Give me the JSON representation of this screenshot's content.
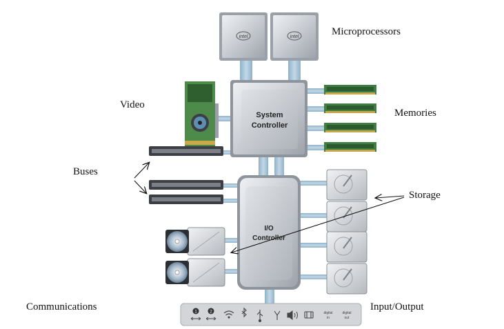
{
  "labels": {
    "microprocessors": "Microprocessors",
    "video": "Video",
    "memories": "Memories",
    "buses": "Buses",
    "storage": "Storage",
    "communications": "Communications",
    "input_output": "Input/Output"
  },
  "chips": {
    "cpu_logo": "intel",
    "system_controller_line1": "System",
    "system_controller_line2": "Controller",
    "io_controller_line1": "I/O",
    "io_controller_line2": "Controller"
  },
  "io_panel": {
    "port1": "1",
    "port2": "2",
    "digital_in_1": "digital",
    "digital_in_2": "in",
    "digital_out_1": "digital",
    "digital_out_2": "out"
  },
  "colors": {
    "bus_blue": "#a9c4d6",
    "chip_gray": "#c9ccd2",
    "board_green": "#4e8a4a",
    "panel_gray": "#d3d5d8"
  }
}
